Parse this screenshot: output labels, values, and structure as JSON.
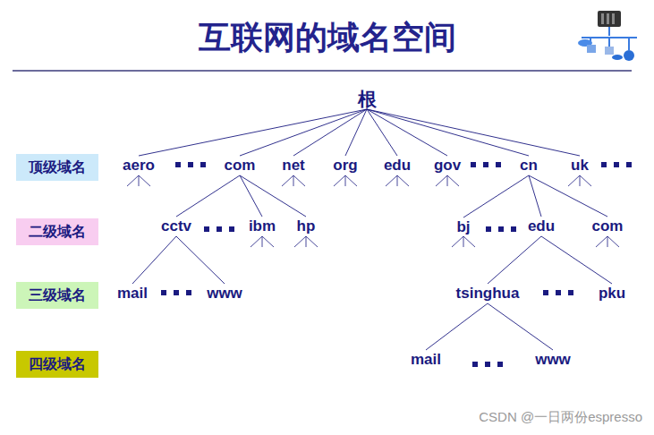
{
  "diagram": {
    "title": "互联网的域名空间",
    "nodes": [
      {
        "text": [
          "根"
        ]
      },
      {
        "text": [
          "顶级域名"
        ]
      },
      {
        "text": [
          "aero"
        ]
      },
      {
        "text": [
          "com"
        ]
      },
      {
        "text": [
          "net"
        ]
      },
      {
        "text": [
          "org"
        ]
      },
      {
        "text": [
          "edu"
        ]
      },
      {
        "text": [
          "gov"
        ]
      },
      {
        "text": [
          "cn"
        ]
      },
      {
        "text": [
          "uk"
        ]
      },
      {
        "text": [
          "二级域名"
        ]
      },
      {
        "text": [
          "cctv"
        ]
      },
      {
        "text": [
          "ibm"
        ]
      },
      {
        "text": [
          "hp"
        ]
      },
      {
        "text": [
          "bj"
        ]
      },
      {
        "text": [
          "edu"
        ]
      },
      {
        "text": [
          "com"
        ]
      },
      {
        "text": [
          "三级域名"
        ]
      },
      {
        "text": [
          "mail"
        ]
      },
      {
        "text": [
          "www"
        ]
      },
      {
        "text": [
          "tsinghua"
        ]
      },
      {
        "text": [
          "pku"
        ]
      },
      {
        "text": [
          "四级域名"
        ]
      },
      {
        "text": [
          "mail"
        ]
      },
      {
        "text": [
          "www"
        ]
      }
    ],
    "edges": [
      {
        "from": 0,
        "to": 2,
        "arrow": "none"
      },
      {
        "from": 0,
        "to": 3,
        "arrow": "none"
      },
      {
        "from": 0,
        "to": 4,
        "arrow": "none"
      },
      {
        "from": 0,
        "to": 5,
        "arrow": "none"
      },
      {
        "from": 0,
        "to": 6,
        "arrow": "none"
      },
      {
        "from": 0,
        "to": 7,
        "arrow": "none"
      },
      {
        "from": 0,
        "to": 8,
        "arrow": "none"
      },
      {
        "from": 0,
        "to": 9,
        "arrow": "none"
      },
      {
        "from": 3,
        "to": 11,
        "arrow": "none"
      },
      {
        "from": 3,
        "to": 12,
        "arrow": "none"
      },
      {
        "from": 3,
        "to": 13,
        "arrow": "none"
      },
      {
        "from": 8,
        "to": 14,
        "arrow": "none"
      },
      {
        "from": 8,
        "to": 15,
        "arrow": "none"
      },
      {
        "from": 8,
        "to": 16,
        "arrow": "none"
      },
      {
        "from": 11,
        "to": 18,
        "arrow": "none"
      },
      {
        "from": 11,
        "to": 19,
        "arrow": "none"
      },
      {
        "from": 15,
        "to": 20,
        "arrow": "none"
      },
      {
        "from": 15,
        "to": 21,
        "arrow": "none"
      },
      {
        "from": 20,
        "to": 23,
        "arrow": "none"
      },
      {
        "from": 20,
        "to": 24,
        "arrow": "none"
      }
    ],
    "labels": [
      "CSDN @一日两份espresso"
    ]
  }
}
